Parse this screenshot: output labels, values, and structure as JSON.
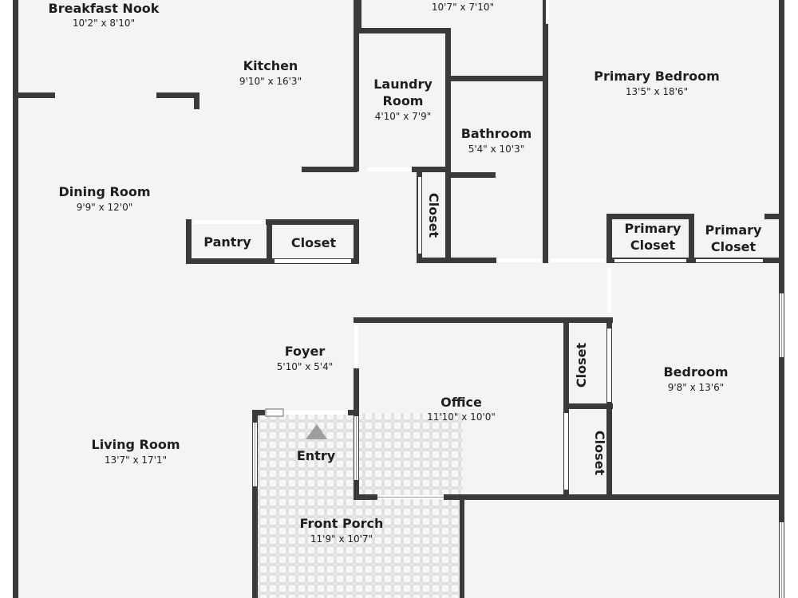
{
  "colors": {
    "floor": "#f4f4f4",
    "wall": "#3a3a3a",
    "porch_tile": "#e4e4e4",
    "entry_arrow": "#9e9e9e"
  },
  "rooms": {
    "breakfast_nook": {
      "name": "Breakfast Nook",
      "dims": "10'2\" x 8'10\""
    },
    "top_room": {
      "dims": "10'7\" x 7'10\""
    },
    "kitchen": {
      "name": "Kitchen",
      "dims": "9'10\" x 16'3\""
    },
    "laundry": {
      "name_line1": "Laundry",
      "name_line2": "Room",
      "dims": "4'10\" x 7'9\""
    },
    "primary_bedroom": {
      "name": "Primary Bedroom",
      "dims": "13'5\" x 18'6\""
    },
    "bathroom": {
      "name": "Bathroom",
      "dims": "5'4\" x 10'3\""
    },
    "dining_room": {
      "name": "Dining Room",
      "dims": "9'9\" x 12'0\""
    },
    "hall_closet": {
      "name": "Closet"
    },
    "pantry": {
      "name": "Pantry"
    },
    "dining_closet": {
      "name": "Closet"
    },
    "primary_closet_1": {
      "name_line1": "Primary",
      "name_line2": "Closet"
    },
    "primary_closet_2": {
      "name_line1": "Primary",
      "name_line2": "Closet"
    },
    "foyer": {
      "name": "Foyer",
      "dims": "5'10\" x 5'4\""
    },
    "office": {
      "name": "Office",
      "dims": "11'10\" x 10'0\""
    },
    "bedroom_closet_1": {
      "name": "Closet"
    },
    "bedroom_closet_2": {
      "name": "Closet"
    },
    "bedroom": {
      "name": "Bedroom",
      "dims": "9'8\" x 13'6\""
    },
    "living_room": {
      "name": "Living Room",
      "dims": "13'7\" x 17'1\""
    },
    "entry": {
      "name": "Entry"
    },
    "front_porch": {
      "name": "Front Porch",
      "dims": "11'9\" x 10'7\""
    }
  }
}
